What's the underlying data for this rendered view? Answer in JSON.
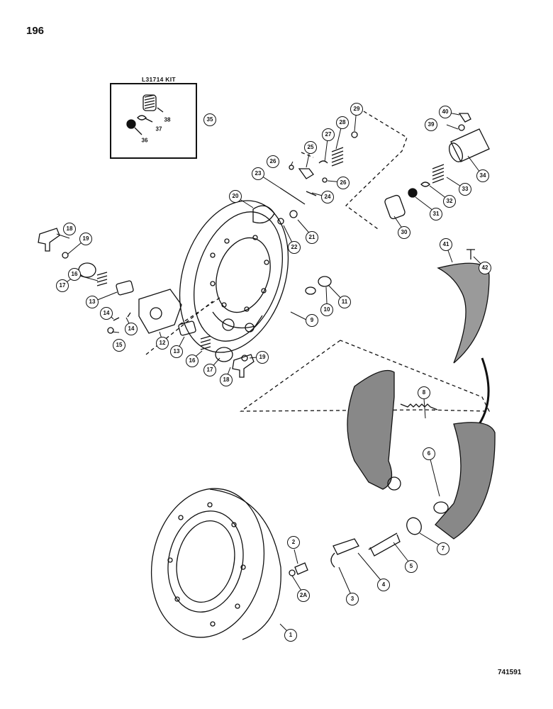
{
  "page_number": "196",
  "reference_number": "741591",
  "kit_label": "L31714 KIT",
  "kit_items": [
    "36",
    "37",
    "38"
  ],
  "callouts": [
    "1",
    "2",
    "2A",
    "3",
    "4",
    "5",
    "6",
    "7",
    "8",
    "9",
    "10",
    "11",
    "12",
    "13",
    "13",
    "14",
    "14",
    "15",
    "16",
    "16",
    "17",
    "17",
    "18",
    "18",
    "19",
    "19",
    "20",
    "21",
    "22",
    "23",
    "24",
    "25",
    "26",
    "26",
    "27",
    "28",
    "29",
    "30",
    "31",
    "32",
    "33",
    "34",
    "35",
    "39",
    "40",
    "41",
    "42"
  ]
}
